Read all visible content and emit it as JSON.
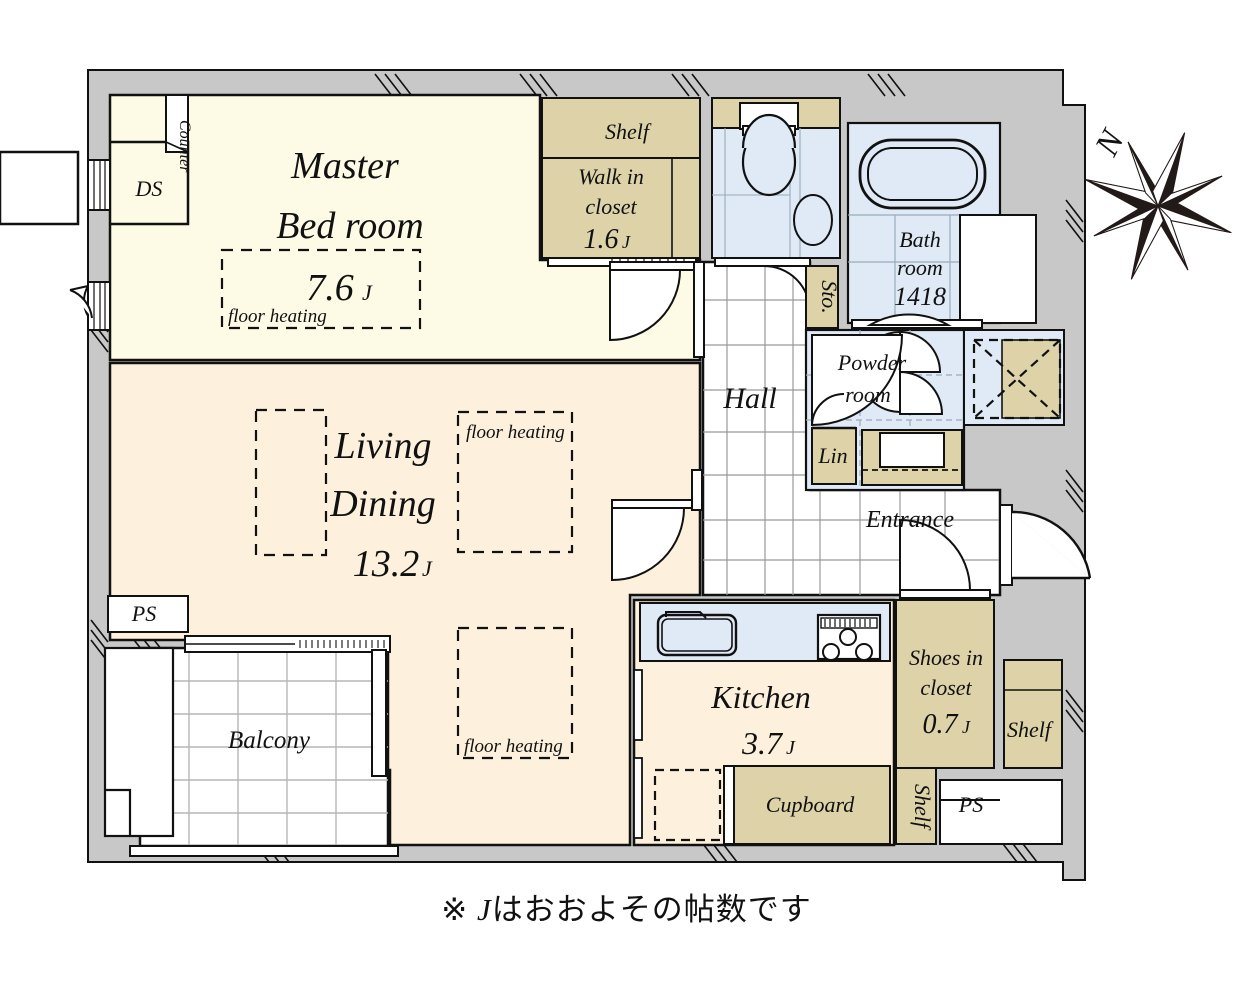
{
  "plan": {
    "type": "real-estate-floor-plan",
    "caption": "※ Jはおおよその帖数です",
    "caption_mark": "※",
    "caption_j": "J",
    "caption_rest": "はおおよその帖数です",
    "compass_label": "N"
  },
  "colors": {
    "wall": "#c8c8c8",
    "outline": "#111111",
    "bedroom_fill": "#fdfbe6",
    "living_fill": "#fdf0dc",
    "closet_fill": "#ddd2a8",
    "water_fill": "#dfeaf6",
    "white": "#ffffff",
    "balcony_line": "#b0b0b0"
  },
  "rooms": [
    {
      "id": "master-bedroom",
      "name_line1": "Master",
      "name_line2": "Bed room",
      "area": "7.6",
      "unit": "J"
    },
    {
      "id": "living-dining",
      "name_line1": "Living",
      "name_line2": "Dining",
      "area": "13.2",
      "unit": "J"
    },
    {
      "id": "kitchen",
      "name_line1": "Kitchen",
      "area": "3.7",
      "unit": "J"
    },
    {
      "id": "walk-in-closet",
      "name_line1": "Walk in",
      "name_line2": "closet",
      "area": "1.6",
      "unit": "J"
    },
    {
      "id": "shoes-in-closet",
      "name_line1": "Shoes in",
      "name_line2": "closet",
      "area": "0.7",
      "unit": "J"
    },
    {
      "id": "bath-room",
      "name_line1": "Bath",
      "name_line2": "room",
      "area": "1418",
      "unit": ""
    },
    {
      "id": "powder-room",
      "name_line1": "Powder",
      "name_line2": "room",
      "area": "",
      "unit": ""
    },
    {
      "id": "hall",
      "name_line1": "Hall",
      "area": "",
      "unit": ""
    },
    {
      "id": "entrance",
      "name_line1": "Entrance",
      "area": "",
      "unit": ""
    },
    {
      "id": "balcony",
      "name_line1": "Balcony",
      "area": "",
      "unit": ""
    }
  ],
  "labels": {
    "master_l1": "Master",
    "master_l2": "Bed room",
    "master_area": "7.6",
    "master_unit": "J",
    "living_l1": "Living",
    "living_l2": "Dining",
    "living_area": "13.2",
    "living_unit": "J",
    "kitchen": "Kitchen",
    "kitchen_area": "3.7",
    "kitchen_unit": "J",
    "wic_l1": "Walk in",
    "wic_l2": "closet",
    "wic_area": "1.6",
    "wic_unit": "J",
    "sic_l1": "Shoes in",
    "sic_l2": "closet",
    "sic_area": "0.7",
    "sic_unit": "J",
    "bath_l1": "Bath",
    "bath_l2": "room",
    "bath_no": "1418",
    "powder_l1": "Powder",
    "powder_l2": "room",
    "hall": "Hall",
    "entrance": "Entrance",
    "balcony": "Balcony",
    "cupboard": "Cupboard",
    "shelf_top": "Shelf",
    "shelf_entry": "Shelf",
    "shelf_kitchen": "Shelf",
    "ds": "DS",
    "counter": "Counter",
    "ps_left": "PS",
    "ps_right": "PS",
    "sto": "Sto.",
    "lin": "Lin",
    "fh_bedroom": "floor heating",
    "fh_living_top": "floor heating",
    "fh_living_bottom": "floor heating"
  }
}
